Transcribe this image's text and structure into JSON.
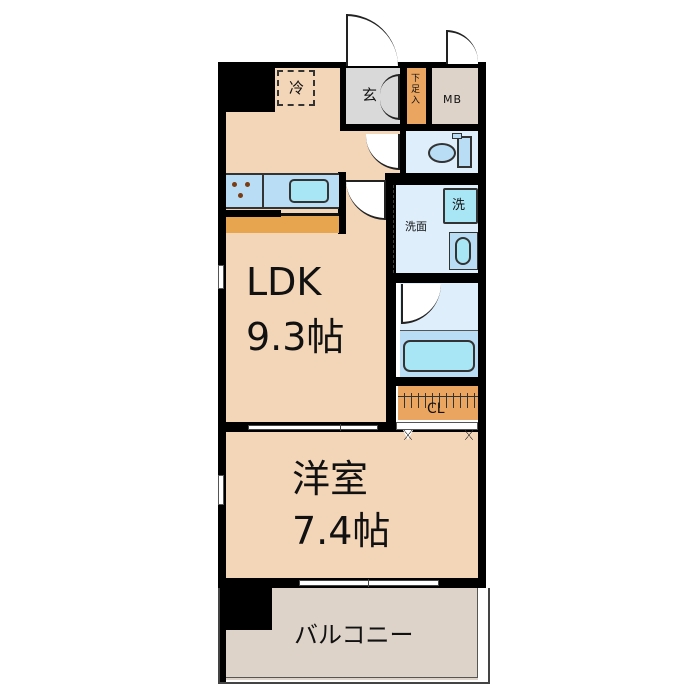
{
  "floorplan": {
    "title": "1LDK floor plan",
    "colors": {
      "wall": "#000000",
      "room_floor": "#f3d5b8",
      "wet_area": "#deeefb",
      "fixture_blue": "#b9ddf5",
      "fixture_cyan": "#a9e6f5",
      "entry_gray": "#d9d9d9",
      "storage_orange": "#eaa560",
      "balcony": "#ddd3c9",
      "mb_beige": "#ddd3c9"
    },
    "rooms": {
      "ldk": {
        "name": "LDK",
        "size": "9.3帖"
      },
      "western_room": {
        "name": "洋室",
        "size": "7.4帖"
      },
      "balcony": {
        "name": "バルコニー"
      },
      "entrance": {
        "name": "玄"
      },
      "shoe_storage": {
        "name": "下足入"
      },
      "meter_box": {
        "name": "MB"
      },
      "washroom": {
        "name": "洗面"
      },
      "washing_machine": {
        "name": "洗"
      },
      "closet": {
        "name": "CL"
      }
    },
    "fixtures": {
      "ventilation": "冷",
      "stove": "stove-icon",
      "sink": "sink-icon",
      "toilet": "toilet-icon",
      "bathtub": "bathtub-icon",
      "basin": "basin-icon"
    }
  }
}
